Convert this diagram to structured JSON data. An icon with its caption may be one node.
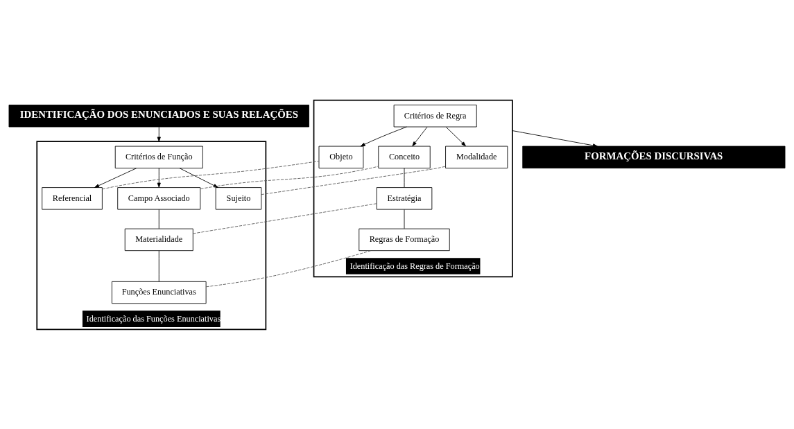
{
  "diagram": {
    "nodes": [
      {
        "text": [
          "IDENTIFICAÇÃO DOS ENUNCIADOS E SUAS RELAÇÕES"
        ]
      },
      {
        "text": [
          "Identificação das Funções Enunciativas"
        ]
      },
      {
        "text": [
          "Critérios de Função"
        ],
        "in": 1
      },
      {
        "text": [
          "Referencial"
        ],
        "in": 1
      },
      {
        "text": [
          "Campo Associado"
        ],
        "in": 1
      },
      {
        "text": [
          "Sujeito"
        ],
        "in": 1
      },
      {
        "text": [
          "Materialidade"
        ],
        "in": 1
      },
      {
        "text": [
          "Funções Enunciativas"
        ],
        "in": 1
      },
      {
        "text": [
          "Identificação das Regras de Formação"
        ]
      },
      {
        "text": [
          "Critérios de Regra"
        ],
        "in": 8
      },
      {
        "text": [
          "Objeto"
        ],
        "in": 8
      },
      {
        "text": [
          "Conceito"
        ],
        "in": 8
      },
      {
        "text": [
          "Modalidade"
        ],
        "in": 8
      },
      {
        "text": [
          "Estratégia"
        ],
        "in": 8
      },
      {
        "text": [
          "Regras de Formação"
        ],
        "in": 8
      },
      {
        "text": [
          "FORMAÇÕES DISCURSIVAS"
        ]
      }
    ],
    "edges": [
      {
        "from": 0,
        "to": 1,
        "arrow": "to"
      },
      {
        "from": 2,
        "to": 3,
        "arrow": "to"
      },
      {
        "from": 2,
        "to": 4,
        "arrow": "to"
      },
      {
        "from": 2,
        "to": 5,
        "arrow": "to"
      },
      {
        "from": 4,
        "to": 6,
        "arrow": "none"
      },
      {
        "from": 6,
        "to": 7,
        "arrow": "none"
      },
      {
        "from": 9,
        "to": 10,
        "arrow": "to"
      },
      {
        "from": 9,
        "to": 11,
        "arrow": "to"
      },
      {
        "from": 9,
        "to": 12,
        "arrow": "to"
      },
      {
        "from": 11,
        "to": 13,
        "arrow": "none"
      },
      {
        "from": 13,
        "to": 14,
        "arrow": "none"
      },
      {
        "from": 8,
        "to": 15,
        "arrow": "to"
      },
      {
        "from": 5,
        "to": 12,
        "arrow": "none",
        "style": "dashed"
      },
      {
        "from": 4,
        "to": 11,
        "arrow": "none",
        "style": "dashed"
      },
      {
        "from": 3,
        "to": 10,
        "arrow": "none",
        "style": "dashed"
      },
      {
        "from": 6,
        "to": 13,
        "arrow": "none",
        "style": "dashed"
      },
      {
        "from": 7,
        "to": 14,
        "arrow": "none",
        "style": "dashed"
      }
    ]
  }
}
